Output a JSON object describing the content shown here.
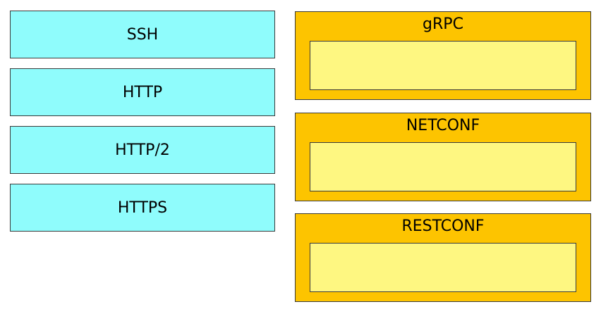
{
  "sources": [
    {
      "label": "SSH"
    },
    {
      "label": "HTTP"
    },
    {
      "label": "HTTP/2"
    },
    {
      "label": "HTTPS"
    }
  ],
  "targets": [
    {
      "label": "gRPC"
    },
    {
      "label": "NETCONF"
    },
    {
      "label": "RESTCONF"
    }
  ],
  "colors": {
    "source_fill": "#8ffcfc",
    "target_fill": "#fdc400",
    "drop_zone_fill": "#fef781",
    "border": "#3a3a3a"
  }
}
